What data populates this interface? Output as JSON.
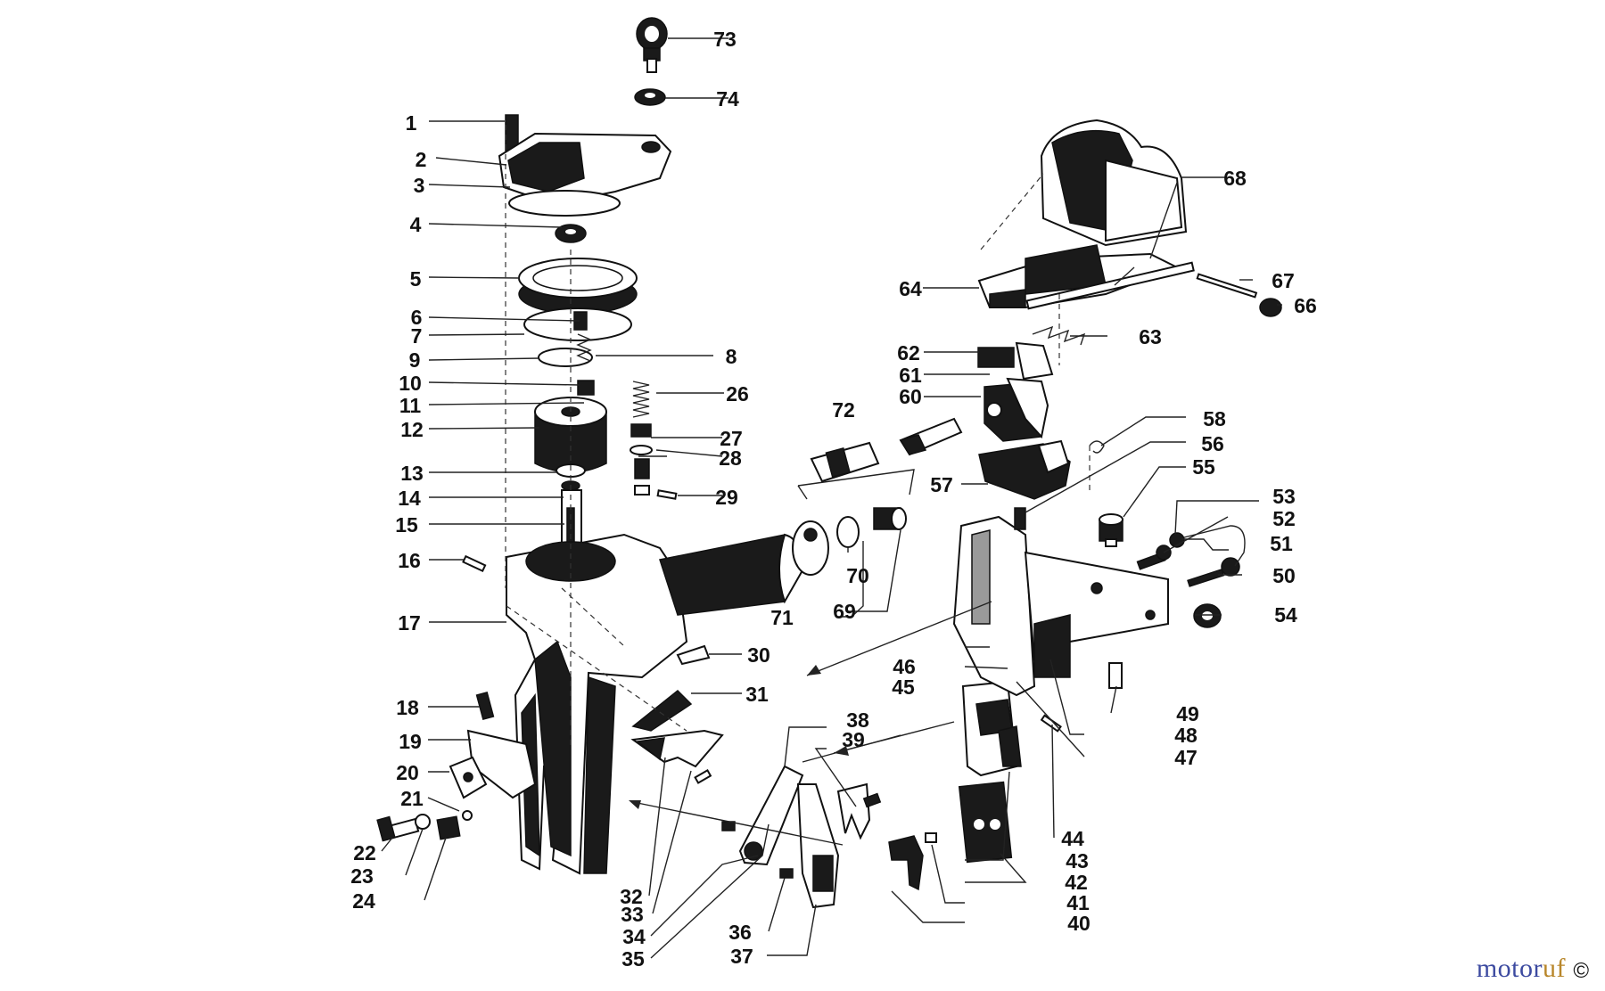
{
  "callouts": [
    {
      "id": "1",
      "text": "1"
    },
    {
      "id": "2",
      "text": "2"
    },
    {
      "id": "3",
      "text": "3"
    },
    {
      "id": "4",
      "text": "4"
    },
    {
      "id": "5",
      "text": "5"
    },
    {
      "id": "6",
      "text": "6"
    },
    {
      "id": "7",
      "text": "7"
    },
    {
      "id": "8",
      "text": "8"
    },
    {
      "id": "9",
      "text": "9"
    },
    {
      "id": "10",
      "text": "10"
    },
    {
      "id": "11",
      "text": "11"
    },
    {
      "id": "12",
      "text": "12"
    },
    {
      "id": "13",
      "text": "13"
    },
    {
      "id": "14",
      "text": "14"
    },
    {
      "id": "15",
      "text": "15"
    },
    {
      "id": "16",
      "text": "16"
    },
    {
      "id": "17",
      "text": "17"
    },
    {
      "id": "18",
      "text": "18"
    },
    {
      "id": "19",
      "text": "19"
    },
    {
      "id": "20",
      "text": "20"
    },
    {
      "id": "21",
      "text": "21"
    },
    {
      "id": "22",
      "text": "22"
    },
    {
      "id": "23",
      "text": "23"
    },
    {
      "id": "24",
      "text": "24"
    },
    {
      "id": "26",
      "text": "26"
    },
    {
      "id": "27",
      "text": "27"
    },
    {
      "id": "28",
      "text": "28"
    },
    {
      "id": "29",
      "text": "29"
    },
    {
      "id": "30",
      "text": "30"
    },
    {
      "id": "31",
      "text": "31"
    },
    {
      "id": "32",
      "text": "32"
    },
    {
      "id": "33",
      "text": "33"
    },
    {
      "id": "34",
      "text": "34"
    },
    {
      "id": "35",
      "text": "35"
    },
    {
      "id": "36",
      "text": "36"
    },
    {
      "id": "37",
      "text": "37"
    },
    {
      "id": "38",
      "text": "38"
    },
    {
      "id": "39",
      "text": "39"
    },
    {
      "id": "40",
      "text": "40"
    },
    {
      "id": "41",
      "text": "41"
    },
    {
      "id": "42",
      "text": "42"
    },
    {
      "id": "43",
      "text": "43"
    },
    {
      "id": "44",
      "text": "44"
    },
    {
      "id": "45",
      "text": "45"
    },
    {
      "id": "46",
      "text": "46"
    },
    {
      "id": "47",
      "text": "47"
    },
    {
      "id": "48",
      "text": "48"
    },
    {
      "id": "49",
      "text": "49"
    },
    {
      "id": "50",
      "text": "50"
    },
    {
      "id": "51",
      "text": "51"
    },
    {
      "id": "52",
      "text": "52"
    },
    {
      "id": "53",
      "text": "53"
    },
    {
      "id": "54",
      "text": "54"
    },
    {
      "id": "55",
      "text": "55"
    },
    {
      "id": "56",
      "text": "56"
    },
    {
      "id": "57",
      "text": "57"
    },
    {
      "id": "58",
      "text": "58"
    },
    {
      "id": "60",
      "text": "60"
    },
    {
      "id": "61",
      "text": "61"
    },
    {
      "id": "62",
      "text": "62"
    },
    {
      "id": "63",
      "text": "63"
    },
    {
      "id": "64",
      "text": "64"
    },
    {
      "id": "66",
      "text": "66"
    },
    {
      "id": "67",
      "text": "67"
    },
    {
      "id": "68",
      "text": "68"
    },
    {
      "id": "69",
      "text": "69"
    },
    {
      "id": "70",
      "text": "70"
    },
    {
      "id": "71",
      "text": "71"
    },
    {
      "id": "72",
      "text": "72"
    },
    {
      "id": "73",
      "text": "73"
    },
    {
      "id": "74",
      "text": "74"
    }
  ],
  "brand": {
    "part1": "motor",
    "part2": "uf"
  },
  "copyright": "©",
  "colors": {
    "brand_blue": "#3c4aa0",
    "brand_gold": "#b8862a",
    "line": "#111111"
  }
}
